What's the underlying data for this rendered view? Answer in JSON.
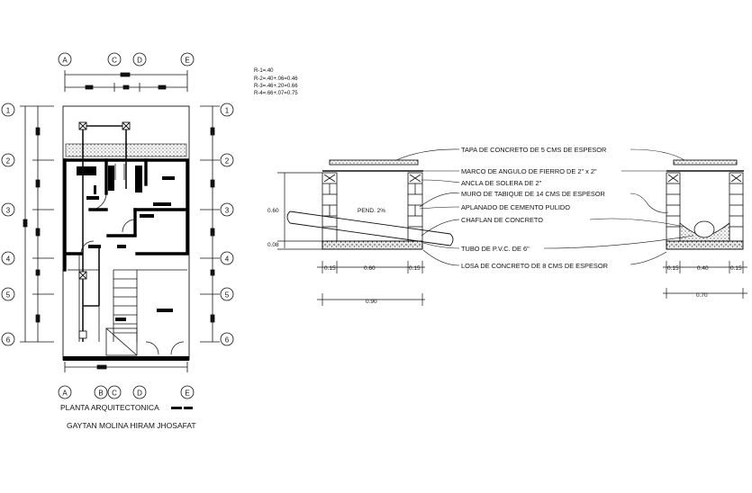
{
  "plan": {
    "axes_top": [
      "A",
      "C",
      "D",
      "E"
    ],
    "axes_bottom": [
      "A",
      "B",
      "C",
      "D",
      "E"
    ],
    "axes_side": [
      "1",
      "2",
      "3",
      "4",
      "5",
      "6"
    ],
    "legend": [
      "R-1=.40",
      "R-2=.40+.06=0.46",
      "R-3=.46+.20=0.66",
      "R-4=.66+.07=0.75"
    ],
    "title": "PLANTA ARQUITECTONICA",
    "author": "GAYTAN MOLINA HIRAM JHOSAFAT"
  },
  "section": {
    "labels": [
      "TAPA DE CONCRETO DE 5 CMS DE ESPESOR",
      "MARCO DE ANGULO DE FIERRO DE 2\" x 2\"",
      "ANCLA DE SOLERA DE 2\"",
      "MURO DE TABIQUE DE 14 CMS DE ESPESOR",
      "APLANADO DE CEMENTO PULIDO",
      "CHAFLAN DE CONCRETO",
      "TUBO DE P.V.C. DE 6\"",
      "LOSA DE CONCRETO DE 8 CMS DE ESPESOR"
    ],
    "slope": "PEND. 2%",
    "dim_height": "0.60",
    "dim_slab": "0.08",
    "dims_left": [
      "0.15",
      "0.60",
      "0.15"
    ],
    "total_left": "0.90",
    "dims_right": [
      "0.15",
      "0.40",
      "0.15"
    ],
    "total_right": "0.70"
  }
}
